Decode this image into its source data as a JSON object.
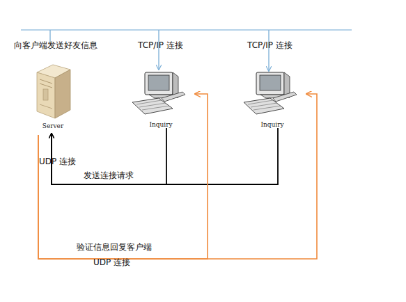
{
  "diagram": {
    "nodes": [
      {
        "text": [
          "Server"
        ]
      },
      {
        "text": [
          "Inquiry"
        ]
      },
      {
        "text": [
          "Inquiry"
        ]
      }
    ],
    "edges": [
      {
        "from": 1,
        "to": 0,
        "arrow": "to",
        "label": "发送连接请求"
      },
      {
        "from": 2,
        "to": 0,
        "arrow": "to"
      },
      {
        "from": 0,
        "to": 1,
        "arrow": "to",
        "label": "验证信息回复客户端"
      },
      {
        "from": 0,
        "to": 2,
        "arrow": "to"
      }
    ],
    "labels": [
      "向客户端发送好友信息",
      "TCP/IP 连接",
      "TCP/IP 连接",
      "UDP 连接",
      "UDP 连接"
    ]
  }
}
